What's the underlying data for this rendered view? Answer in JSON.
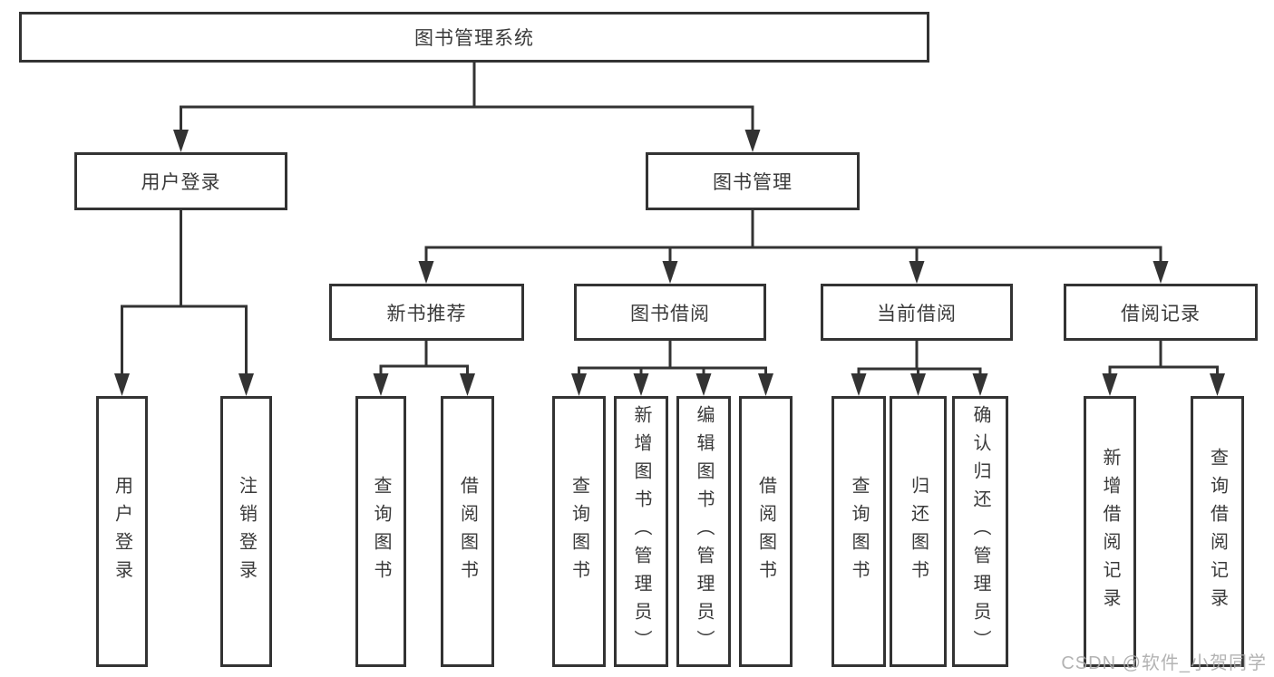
{
  "diagram": {
    "root": {
      "label": "图书管理系统"
    },
    "branches": [
      {
        "label": "用户登录",
        "leaves": [
          {
            "label": "用户登录"
          },
          {
            "label": "注销登录"
          }
        ]
      },
      {
        "label": "图书管理",
        "sections": [
          {
            "label": "新书推荐",
            "leaves": [
              {
                "label": "查询图书"
              },
              {
                "label": "借阅图书"
              }
            ]
          },
          {
            "label": "图书借阅",
            "leaves": [
              {
                "label": "查询图书"
              },
              {
                "label": "新增图书（管理员）"
              },
              {
                "label": "编辑图书（管理员）"
              },
              {
                "label": "借阅图书"
              }
            ]
          },
          {
            "label": "当前借阅",
            "leaves": [
              {
                "label": "查询图书"
              },
              {
                "label": "归还图书"
              },
              {
                "label": "确认归还（管理员）"
              }
            ]
          },
          {
            "label": "借阅记录",
            "leaves": [
              {
                "label": "新增借阅记录"
              },
              {
                "label": "查询借阅记录"
              }
            ]
          }
        ]
      }
    ]
  },
  "watermark": {
    "text": "CSDN @软件_小贺同学"
  },
  "colors": {
    "line": "#333333",
    "box_border": "#333333",
    "text": "#3a3a3a",
    "background": "#ffffff",
    "watermark": "#a8a8a8"
  }
}
